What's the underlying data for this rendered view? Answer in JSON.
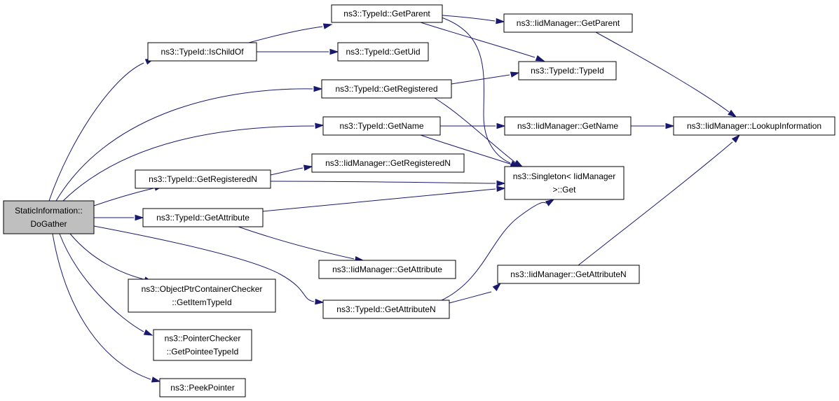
{
  "graph": {
    "nodes": {
      "dogather": [
        "StaticInformation::",
        "DoGather"
      ],
      "ischildof": [
        "ns3::TypeId::IsChildOf"
      ],
      "getregistered": [
        "ns3::TypeId::GetRegistered"
      ],
      "getname": [
        "ns3::TypeId::GetName"
      ],
      "getregisteredn": [
        "ns3::TypeId::GetRegisteredN"
      ],
      "getattribute": [
        "ns3::TypeId::GetAttribute"
      ],
      "getitemtypeid": [
        "ns3::ObjectPtrContainerChecker",
        "::GetItemTypeId"
      ],
      "getpointeetypeid": [
        "ns3::PointerChecker",
        "::GetPointeeTypeId"
      ],
      "peekpointer": [
        "ns3::PeekPointer"
      ],
      "getattributen": [
        "ns3::TypeId::GetAttributeN"
      ],
      "getparent": [
        "ns3::TypeId::GetParent"
      ],
      "getuid": [
        "ns3::TypeId::GetUid"
      ],
      "iid_getregisteredn": [
        "ns3::IidManager::GetRegisteredN"
      ],
      "iid_getattribute": [
        "ns3::IidManager::GetAttribute"
      ],
      "iid_getparent": [
        "ns3::IidManager::GetParent"
      ],
      "typeid_ctor": [
        "ns3::TypeId::TypeId"
      ],
      "iid_getname": [
        "ns3::IidManager::GetName"
      ],
      "singleton_get": [
        "ns3::Singleton< IidManager",
        ">::Get"
      ],
      "iid_getattributen": [
        "ns3::IidManager::GetAttributeN"
      ],
      "lookupinformation": [
        "ns3::IidManager::LookupInformation"
      ]
    },
    "edges": [
      [
        "dogather",
        "ischildof"
      ],
      [
        "dogather",
        "getregistered"
      ],
      [
        "dogather",
        "getname"
      ],
      [
        "dogather",
        "getregisteredn"
      ],
      [
        "dogather",
        "getattribute"
      ],
      [
        "dogather",
        "getitemtypeid"
      ],
      [
        "dogather",
        "getpointeetypeid"
      ],
      [
        "dogather",
        "peekpointer"
      ],
      [
        "dogather",
        "getattributen"
      ],
      [
        "ischildof",
        "getparent"
      ],
      [
        "ischildof",
        "getuid"
      ],
      [
        "getparent",
        "iid_getparent"
      ],
      [
        "getparent",
        "typeid_ctor"
      ],
      [
        "getparent",
        "singleton_get"
      ],
      [
        "getregistered",
        "typeid_ctor"
      ],
      [
        "getregistered",
        "singleton_get"
      ],
      [
        "getname",
        "iid_getname"
      ],
      [
        "getname",
        "singleton_get"
      ],
      [
        "getregisteredn",
        "iid_getregisteredn"
      ],
      [
        "getregisteredn",
        "singleton_get"
      ],
      [
        "getattribute",
        "singleton_get"
      ],
      [
        "getattribute",
        "iid_getattribute"
      ],
      [
        "getattributen",
        "singleton_get"
      ],
      [
        "getattributen",
        "iid_getattributen"
      ],
      [
        "iid_getparent",
        "lookupinformation"
      ],
      [
        "iid_getname",
        "lookupinformation"
      ],
      [
        "iid_getattributen",
        "lookupinformation"
      ]
    ]
  }
}
